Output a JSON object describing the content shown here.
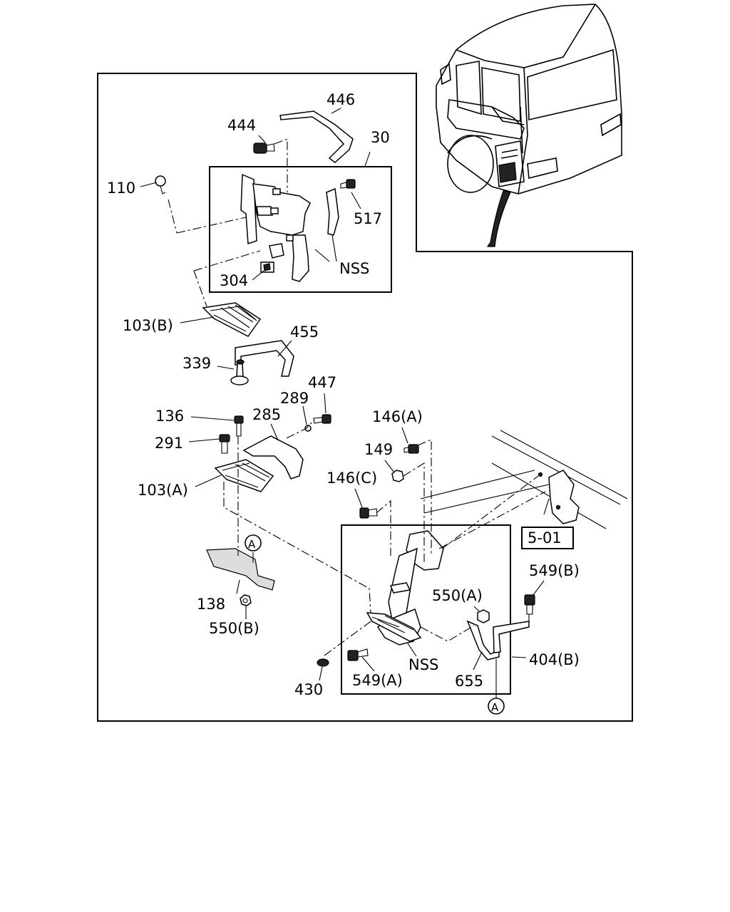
{
  "callouts": {
    "c446": "446",
    "c444": "444",
    "c30": "30",
    "c110": "110",
    "c517": "517",
    "c304": "304",
    "c_nss_top": "NSS",
    "c103b": "103(B)",
    "c455": "455",
    "c339": "339",
    "c447": "447",
    "c289": "289",
    "c136": "136",
    "c285": "285",
    "c291": "291",
    "c103a": "103(A)",
    "c146a": "146(A)",
    "c149": "149",
    "c146c": "146(C)",
    "c501": "5-01",
    "c549b": "549(B)",
    "c550a": "550(A)",
    "c404b": "404(B)",
    "c138": "138",
    "c550b": "550(B)",
    "c430": "430",
    "c549a": "549(A)",
    "c_nss_bot": "NSS",
    "c655": "655",
    "ref_a_top": "A",
    "ref_a_bot": "A"
  }
}
